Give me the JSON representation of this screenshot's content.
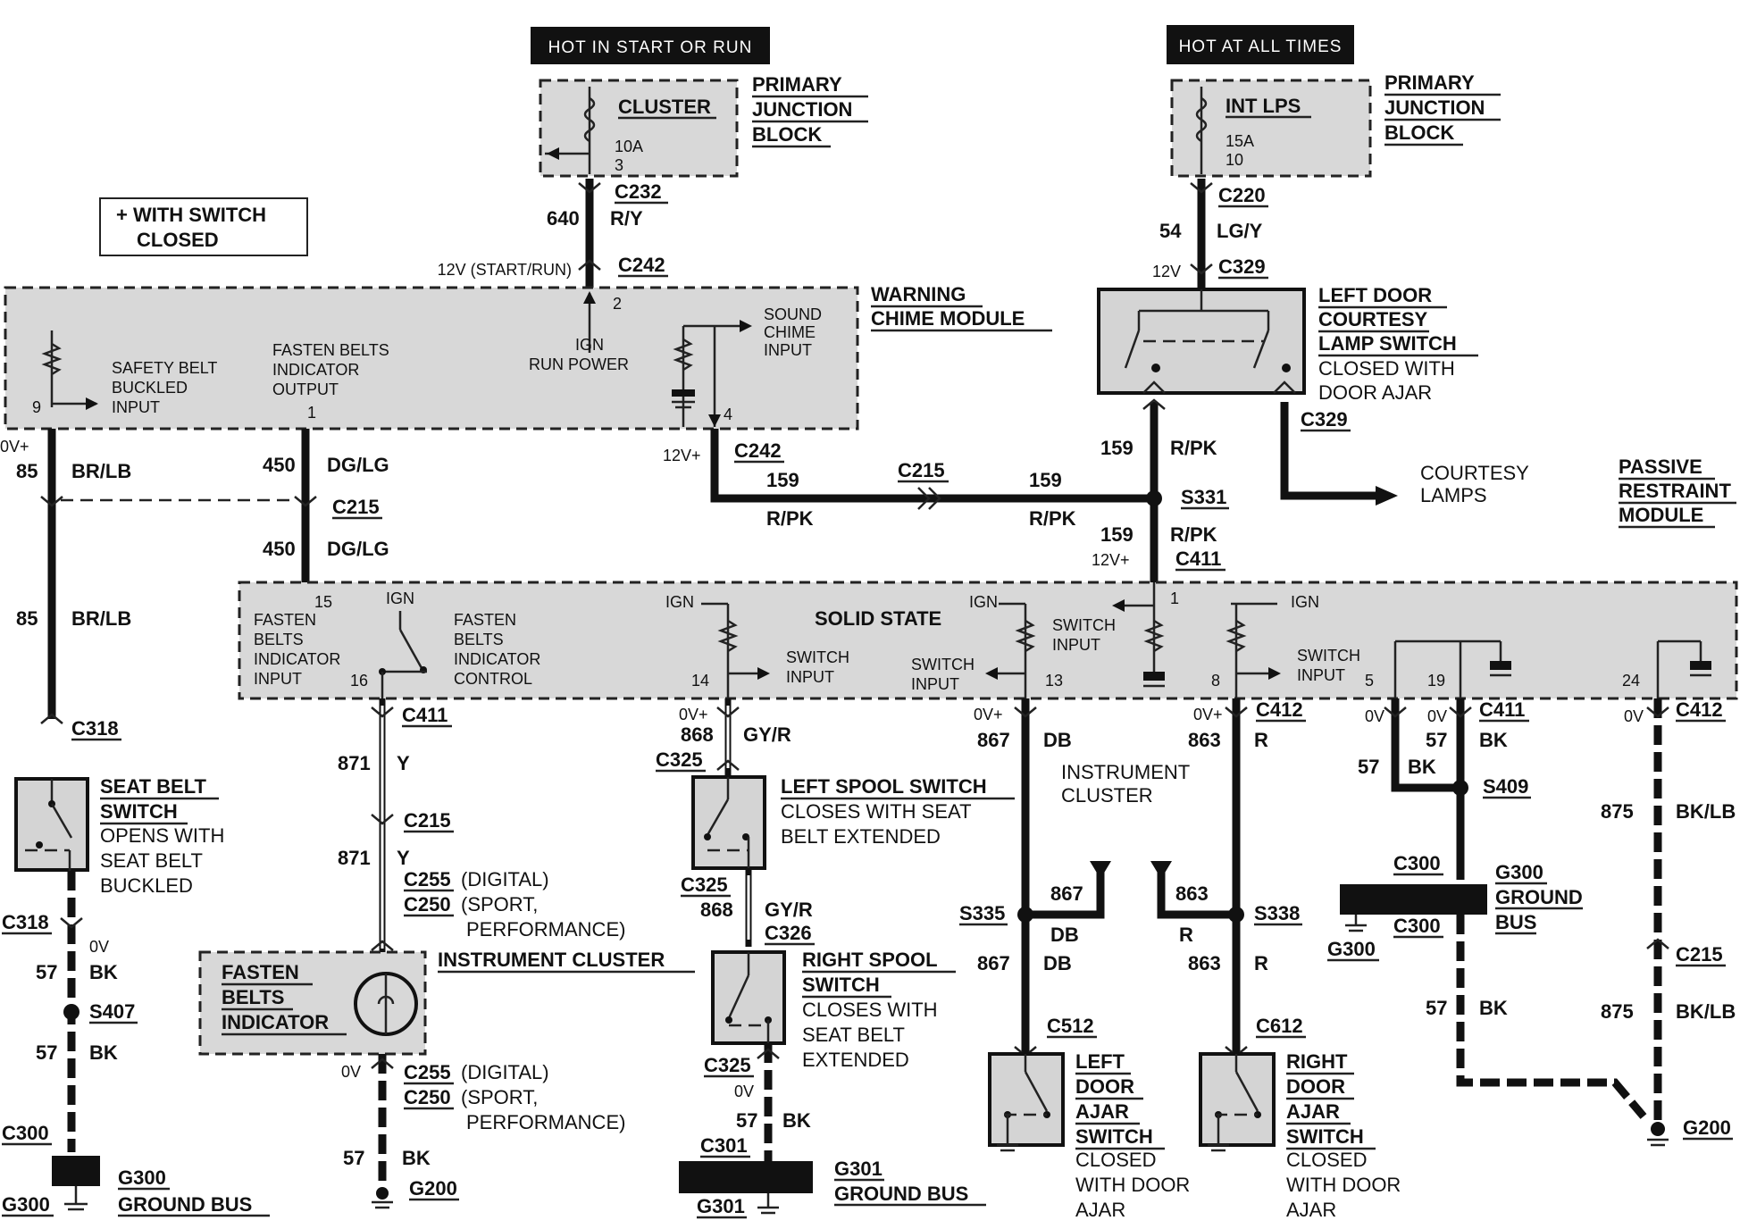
{
  "headers": {
    "hot_start_run": "HOT IN START OR RUN",
    "hot_all_times": "HOT AT ALL TIMES"
  },
  "primary_junction_block": [
    "PRIMARY",
    "JUNCTION",
    "BLOCK"
  ],
  "fuses": {
    "cluster": {
      "name": "CLUSTER",
      "rating": "10A",
      "number": "3"
    },
    "int_lps": {
      "name": "INT LPS",
      "rating": "15A",
      "number": "10"
    }
  },
  "legend": [
    "+ WITH SWITCH",
    "CLOSED"
  ],
  "warning_chime_module": {
    "title": [
      "WARNING",
      "CHIME MODULE"
    ],
    "safety_belt_input": [
      "SAFETY BELT",
      "BUCKLED",
      "INPUT"
    ],
    "fasten_belts_output": [
      "FASTEN BELTS",
      "INDICATOR",
      "OUTPUT"
    ],
    "ign_run_power": [
      "IGN",
      "RUN POWER"
    ],
    "sound_chime_input": [
      "SOUND",
      "CHIME",
      "INPUT"
    ],
    "pins": {
      "p9": "9",
      "p1": "1",
      "p2": "2",
      "p4": "4"
    }
  },
  "passive_restraint_module": {
    "title": [
      "PASSIVE",
      "RESTRAINT",
      "MODULE"
    ],
    "solid_state": "SOLID STATE",
    "fasten_belts_indicator_input": [
      "FASTEN",
      "BELTS",
      "INDICATOR",
      "INPUT"
    ],
    "fasten_belts_indicator_control": [
      "FASTEN",
      "BELTS",
      "INDICATOR",
      "CONTROL"
    ],
    "switch_input": [
      "SWITCH",
      "INPUT"
    ],
    "ign": "IGN",
    "pins": {
      "p15": "15",
      "p16": "16",
      "p14": "14",
      "p13": "13",
      "p1": "1",
      "p8": "8",
      "p5": "5",
      "p19": "19",
      "p24": "24"
    }
  },
  "door_courtesy_switch": {
    "title": [
      "LEFT DOOR",
      "COURTESY",
      "LAMP SWITCH"
    ],
    "note": [
      "CLOSED WITH",
      "DOOR AJAR"
    ]
  },
  "courtesy_lamps": [
    "COURTESY",
    "LAMPS"
  ],
  "connectors": {
    "c232": "C232",
    "c220": "C220",
    "c242": "C242",
    "c329": "C329",
    "c215": "C215",
    "s331": "S331",
    "c411": "C411",
    "c318": "C318",
    "c325": "C325",
    "c326": "C326",
    "c255": "C255",
    "c250": "C250",
    "c412": "C412",
    "s409": "S409",
    "c300": "C300",
    "s335": "S335",
    "s338": "S338",
    "c512": "C512",
    "c612": "C612",
    "s407": "S407",
    "c301": "C301",
    "g300": "G300",
    "g301": "G301",
    "g200": "G200"
  },
  "wires": {
    "640": "640",
    "r_y": "R/Y",
    "54": "54",
    "lg_y": "LG/Y",
    "85": "85",
    "br_lb": "BR/LB",
    "450": "450",
    "dg_lg": "DG/LG",
    "159": "159",
    "r_pk": "R/PK",
    "871": "871",
    "y": "Y",
    "868": "868",
    "gy_r": "GY/R",
    "867": "867",
    "db": "DB",
    "863": "863",
    "r": "R",
    "57": "57",
    "bk": "BK",
    "875": "875",
    "bk_lb": "BK/LB"
  },
  "voltages": {
    "v12_start_run": "12V (START/RUN)",
    "v12": "12V",
    "v12p": "12V+",
    "v0p": "0V+",
    "v0": "0V"
  },
  "connector_notes": {
    "digital": "(DIGITAL)",
    "sport": "(SPORT,",
    "performance": "PERFORMANCE)"
  },
  "seat_belt_switch": {
    "title": [
      "SEAT BELT",
      "SWITCH"
    ],
    "note": [
      "OPENS WITH",
      "SEAT BELT",
      "BUCKLED"
    ]
  },
  "left_spool_switch": {
    "title": "LEFT SPOOL SWITCH",
    "note": [
      "CLOSES WITH SEAT",
      "BELT EXTENDED"
    ]
  },
  "right_spool_switch": {
    "title": [
      "RIGHT SPOOL",
      "SWITCH"
    ],
    "note": [
      "CLOSES WITH",
      "SEAT BELT",
      "EXTENDED"
    ]
  },
  "instrument_cluster": "INSTRUMENT CLUSTER",
  "instrument_cluster_2": [
    "INSTRUMENT",
    "CLUSTER"
  ],
  "fasten_belts_indicator": [
    "FASTEN",
    "BELTS",
    "INDICATOR"
  ],
  "left_door_ajar_switch": {
    "title": [
      "LEFT",
      "DOOR",
      "AJAR",
      "SWITCH"
    ],
    "note": [
      "CLOSED",
      "WITH DOOR",
      "AJAR"
    ]
  },
  "right_door_ajar_switch": {
    "title": [
      "RIGHT",
      "DOOR",
      "AJAR",
      "SWITCH"
    ],
    "note": [
      "CLOSED",
      "WITH DOOR",
      "AJAR"
    ]
  },
  "ground_bus": "GROUND BUS",
  "ground_bus_2": [
    "GROUND",
    "BUS"
  ]
}
